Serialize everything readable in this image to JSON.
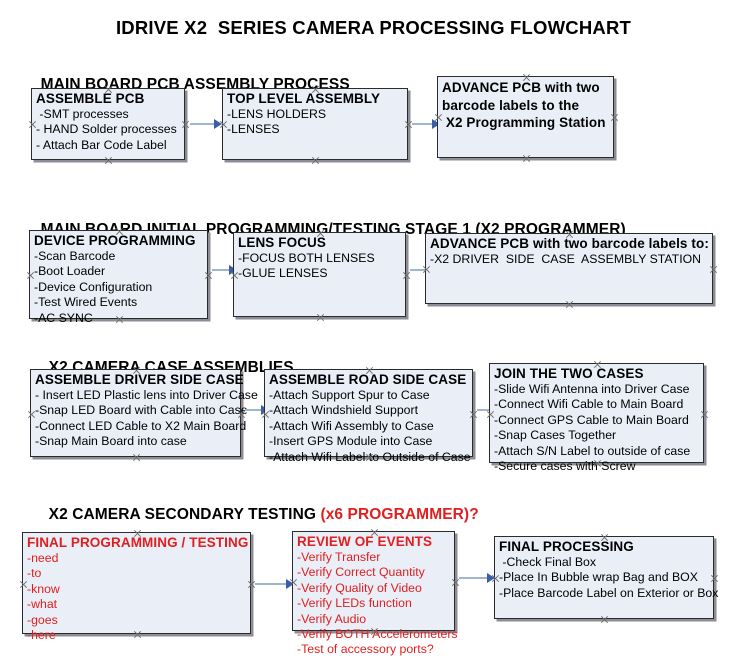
{
  "document": {
    "title": "IDRIVE X2  SERIES CAMERA PROCESSING FLOWCHART"
  },
  "sections": [
    {
      "id": "main-board-pcb-assembly-process",
      "heading": "MAIN BOARD PCB ASSEMBLY PROCESS",
      "heading_accent": "",
      "boxes": [
        {
          "id": "assemble-pcb",
          "title": "ASSEMBLE PCB",
          "title_lines": [
            "ASSEMBLE PCB"
          ],
          "lines": [
            " -SMT processes",
            "- HAND Solder processes",
            "- Attach Bar Code Label"
          ]
        },
        {
          "id": "top-level-assembly",
          "title": "TOP LEVEL ASSEMBLY",
          "title_lines": [
            "TOP LEVEL ASSEMBLY"
          ],
          "lines": [
            "-LENS HOLDERS",
            "-LENSES"
          ]
        },
        {
          "id": "advance-pcb-to-x2-programming-station",
          "title": "ADVANCE PCB with two",
          "title_lines": [
            "ADVANCE PCB with two",
            "barcode labels to the",
            " X2 Programming Station"
          ],
          "lines": []
        }
      ]
    },
    {
      "id": "main-board-initial-programming",
      "heading": "MAIN BOARD INITIAL PROGRAMMING/TESTING STAGE 1 (X2 PROGRAMMER)",
      "heading_accent": "",
      "boxes": [
        {
          "id": "device-programming",
          "title": "DEVICE PROGRAMMING",
          "title_lines": [
            "DEVICE PROGRAMMING"
          ],
          "lines": [
            "-Scan Barcode",
            "-Boot Loader",
            "-Device Configuration",
            "-Test Wired Events",
            "-AC SYNC"
          ]
        },
        {
          "id": "lens-focus",
          "title": "LENS FOCUS",
          "title_lines": [
            "LENS FOCUS"
          ],
          "lines": [
            "-FOCUS BOTH LENSES",
            "-GLUE LENSES"
          ]
        },
        {
          "id": "advance-pcb-to-driver-side-case-assembly",
          "title": "ADVANCE PCB with two barcode labels to:",
          "title_lines": [
            "ADVANCE PCB with two barcode labels to:"
          ],
          "lines": [
            "-X2 DRIVER  SIDE  CASE  ASSEMBLY STATION"
          ]
        }
      ]
    },
    {
      "id": "x2-camera-case-assemblies",
      "heading": "X2 CAMERA CASE ASSEMBLIES",
      "heading_accent": "",
      "boxes": [
        {
          "id": "assemble-driver-side-case",
          "title": "ASSEMBLE DRIVER SIDE CASE",
          "title_lines": [
            "ASSEMBLE DRIVER SIDE CASE"
          ],
          "lines": [
            "- Insert LED Plastic lens into Driver Case",
            "-Snap LED Board with Cable into Case",
            "-Connect LED Cable to X2 Main Board",
            "-Snap Main Board into case"
          ]
        },
        {
          "id": "assemble-road-side-case",
          "title": "ASSEMBLE ROAD SIDE CASE",
          "title_lines": [
            "ASSEMBLE ROAD SIDE CASE"
          ],
          "lines": [
            "-Attach Support Spur to Case",
            "-Attach Windshield Support",
            "-Attach Wifi Assembly to Case",
            "-Insert GPS Module into Case",
            "-Attach Wifi Label to Outside of Case"
          ]
        },
        {
          "id": "join-the-two-cases",
          "title": "JOIN THE TWO CASES",
          "title_lines": [
            "JOIN THE TWO CASES"
          ],
          "lines": [
            "-Slide Wifi Antenna into Driver Case",
            "-Connect Wifi Cable to Main Board",
            "-Connect GPS Cable to Main Board",
            "-Snap Cases Together",
            "-Attach S/N Label to outside of case",
            "-Secure cases with Screw"
          ]
        }
      ]
    },
    {
      "id": "x2-camera-secondary-testing",
      "heading": "X2 CAMERA SECONDARY TESTING ",
      "heading_accent": "(x6 PROGRAMMER)?",
      "boxes": [
        {
          "id": "final-programming-testing",
          "title": "FINAL PROGRAMMING / TESTING",
          "title_lines": [
            "FINAL PROGRAMMING / TESTING"
          ],
          "lines": [
            "-need",
            "-to",
            "-know",
            "-what",
            "-goes",
            "-here"
          ]
        },
        {
          "id": "review-of-events",
          "title": "REVIEW OF EVENTS",
          "title_lines": [
            "REVIEW OF EVENTS"
          ],
          "lines": [
            "-Verify Transfer",
            "-Verify Correct Quantity",
            "-Verify Quality of Video",
            "-Verify LEDs function",
            "-Verify Audio",
            "-Verify BOTH Accelerometers",
            "-Test of accessory ports?"
          ]
        },
        {
          "id": "final-processing",
          "title": "FINAL PROCESSING",
          "title_lines": [
            "FINAL PROCESSING"
          ],
          "lines": [
            " -Check Final Box",
            "-Place In Bubble wrap Bag and BOX",
            "-Place Barcode Label on Exterior or Box"
          ]
        }
      ]
    }
  ],
  "colors": {
    "box_fill": "#e9eef7",
    "box_border": "#2b2b2b",
    "box_shadow": "#8d8d95",
    "connector_line": "#9fb6cf",
    "arrow_head": "#3a5fa8",
    "accent_red": "#e02020",
    "text": "#000000"
  },
  "connectors": [
    {
      "id": "assemble-pcb-to-top-level-assembly",
      "from": "assemble-pcb",
      "to": "top-level-assembly"
    },
    {
      "id": "top-level-assembly-to-advance-pcb",
      "from": "top-level-assembly",
      "to": "advance-pcb-to-x2-programming-station"
    },
    {
      "id": "device-programming-to-lens-focus",
      "from": "device-programming",
      "to": "lens-focus"
    },
    {
      "id": "lens-focus-to-advance-pcb-driver-side",
      "from": "lens-focus",
      "to": "advance-pcb-to-driver-side-case-assembly"
    },
    {
      "id": "driver-side-to-road-side",
      "from": "assemble-driver-side-case",
      "to": "assemble-road-side-case"
    },
    {
      "id": "road-side-to-join-cases",
      "from": "assemble-road-side-case",
      "to": "join-the-two-cases"
    },
    {
      "id": "final-programming-to-review-of-events",
      "from": "final-programming-testing",
      "to": "review-of-events"
    },
    {
      "id": "review-of-events-to-final-processing",
      "from": "review-of-events",
      "to": "final-processing"
    }
  ]
}
